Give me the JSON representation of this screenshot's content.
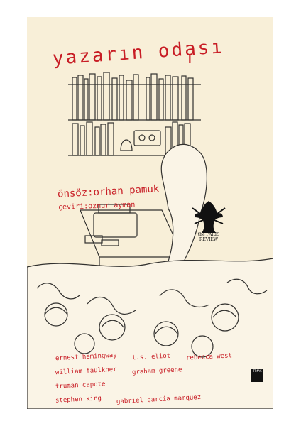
{
  "cover": {
    "title": "yazarın odası",
    "volume_mark": "ı",
    "foreword": "önsöz:orhan pamuk",
    "translator": "çeviri:oznur ayman",
    "logo_text": "the PARIS REVIEW",
    "publisher": "TİMAŞ",
    "authors": [
      "ernest hemingway",
      "t.s. eliot",
      "rebecca west",
      "william faulkner",
      "graham greene",
      "truman capote",
      "stephen king",
      "gabriel garcia marquez"
    ]
  },
  "colors": {
    "background": "#f8efd8",
    "accent": "#c81d25",
    "ink": "#1d1d1d"
  }
}
